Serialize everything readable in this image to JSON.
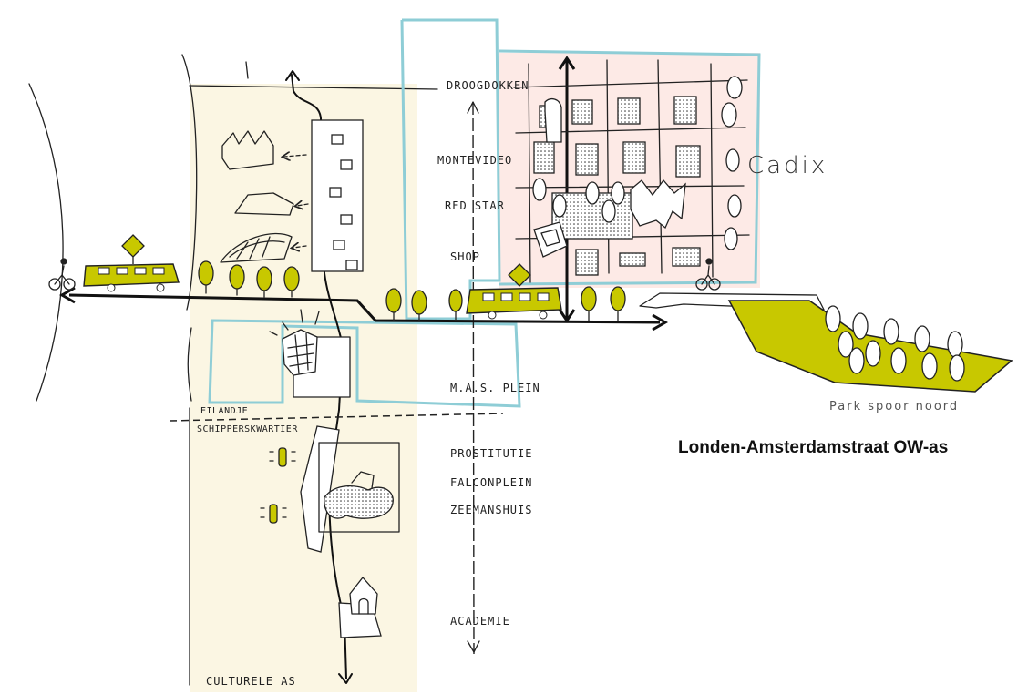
{
  "title": "Londen-Amsterdamstraat OW-as",
  "district_label": "Cadix",
  "park_label": "Park spoor noord",
  "axis_labels": [
    "DROOGDOKKEN",
    "MONTEVIDEO",
    "RED STAR",
    "SHOP",
    "M.A.S. PLEIN",
    "PROSTITUTIE",
    "FALCONPLEIN",
    "ZEEMANSHUIS",
    "ACADEMIE"
  ],
  "eilandje_label": "EILANDJE",
  "schipperskwartier_label": "SCHIPPERSKWARTIER",
  "culturele_as_label": "CULTURELE AS",
  "colors": {
    "cream_zone": "#fbf6e3",
    "pink_zone": "#fdeae6",
    "accent_yellow": "#c8c800",
    "outline_blue": "#8ecdd6"
  },
  "icons": [
    "tram-icon",
    "cyclist-icon",
    "tree-icon",
    "factory-icon",
    "building-icon",
    "house-icon",
    "lamp-icon"
  ]
}
